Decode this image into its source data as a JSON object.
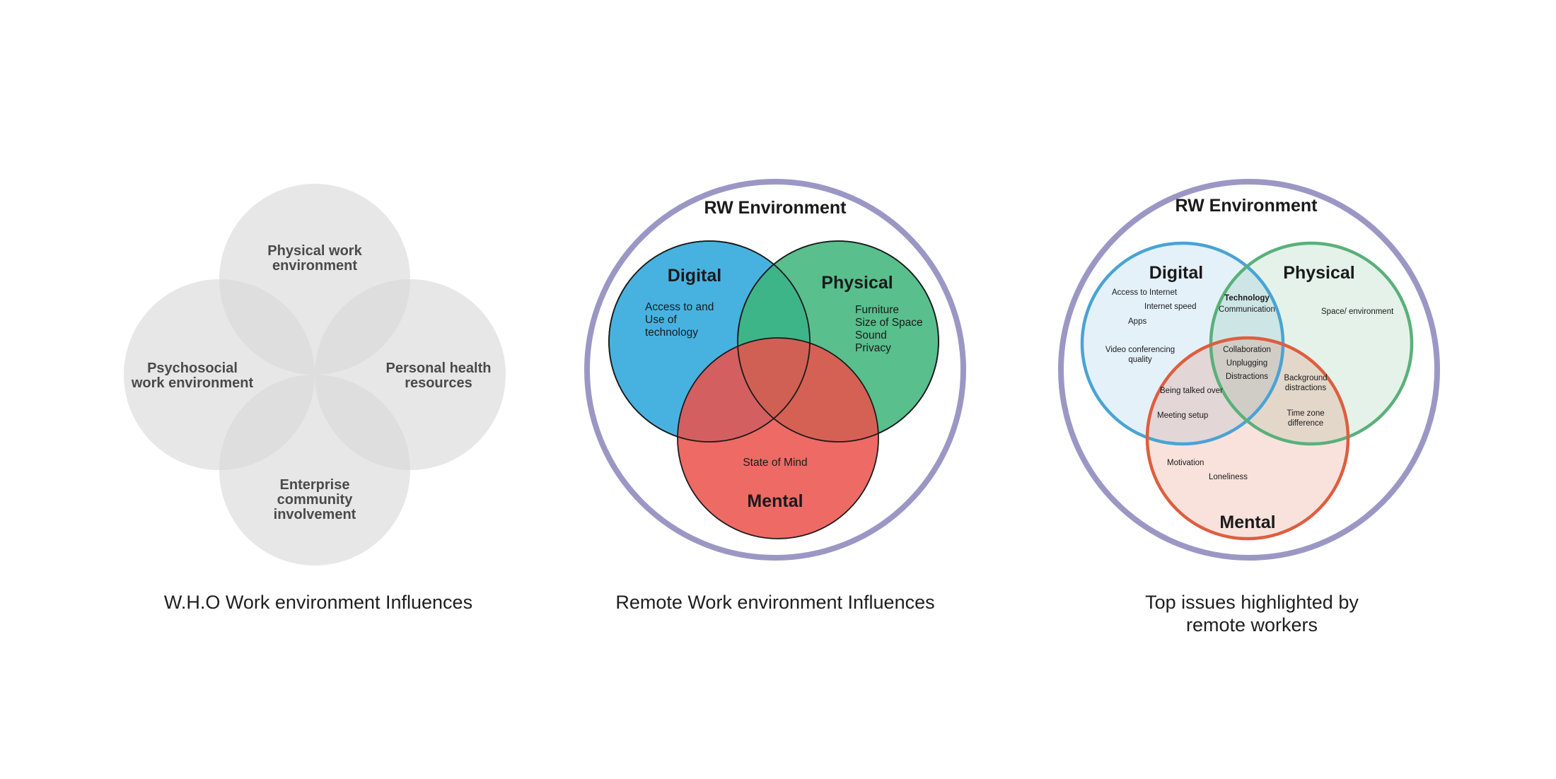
{
  "who_diagram": {
    "caption": "W.H.O Work environment Influences",
    "labels": {
      "physical": [
        "Physical work",
        "environment"
      ],
      "psychosocial": [
        "Psychosocial",
        "work environment"
      ],
      "personal_health": [
        "Personal health",
        "resources"
      ],
      "enterprise": [
        "Enterprise",
        "community",
        "involvement"
      ]
    },
    "colors": {
      "fill": "#dcdcdc",
      "text": "#4a4a4a"
    }
  },
  "rw_diagram": {
    "caption": "Remote Work environment Influences",
    "title": "RW Environment",
    "digital": {
      "title": "Digital",
      "items": [
        "Access to and",
        "Use of",
        "technology"
      ]
    },
    "physical": {
      "title": "Physical",
      "items": [
        "Furniture",
        "Size of Space",
        "Sound",
        "Privacy"
      ]
    },
    "mental": {
      "title": "Mental",
      "items": [
        "State of Mind"
      ]
    },
    "colors": {
      "ring": "#9b97c5",
      "digital": "#3badde",
      "physical": "#3cb57a",
      "mental": "#ea524c"
    }
  },
  "issues_diagram": {
    "caption": "Top issues highlighted by remote workers",
    "title": "RW Environment",
    "digital": {
      "title": "Digital",
      "items": [
        "Access to Internet",
        "Internet speed",
        "Apps",
        "Video conferencing",
        "quality"
      ]
    },
    "physical": {
      "title": "Physical",
      "items": [
        "Space/ environment"
      ]
    },
    "mental": {
      "title": "Mental",
      "items": [
        "Motivation",
        "Loneliness"
      ]
    },
    "digital_physical": {
      "items": [
        "Technology",
        "Communication"
      ]
    },
    "digital_mental": {
      "items": [
        "Being talked over",
        "Meeting setup"
      ]
    },
    "physical_mental": {
      "items": [
        "Background",
        "distractions",
        "Time zone",
        "difference"
      ]
    },
    "center": {
      "items": [
        "Collaboration",
        "Unplugging",
        "Distractions"
      ]
    },
    "colors": {
      "ring": "#9b97c5",
      "digital": "#4aa3d4",
      "physical": "#5ab07a",
      "mental": "#dd5e3f"
    }
  }
}
